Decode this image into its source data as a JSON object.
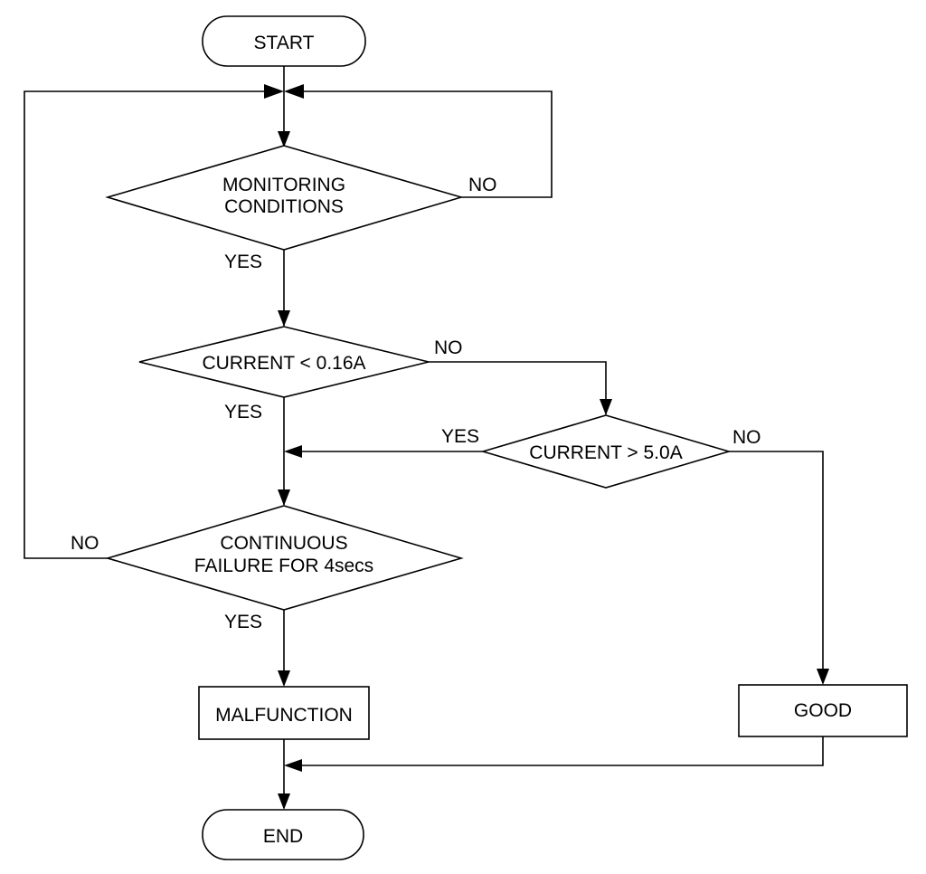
{
  "nodes": {
    "start": "START",
    "monitoring": [
      "MONITORING",
      "CONDITIONS"
    ],
    "current_low": "CURRENT < 0.16A",
    "current_high": "CURRENT > 5.0A",
    "continuous": [
      "CONTINUOUS",
      "FAILURE FOR 4secs"
    ],
    "malfunction": "MALFUNCTION",
    "good": "GOOD",
    "end": "END"
  },
  "edge_labels": {
    "monitoring_no": "NO",
    "monitoring_yes": "YES",
    "current_low_no": "NO",
    "current_low_yes": "YES",
    "current_high_yes": "YES",
    "current_high_no": "NO",
    "continuous_no": "NO",
    "continuous_yes": "YES"
  }
}
